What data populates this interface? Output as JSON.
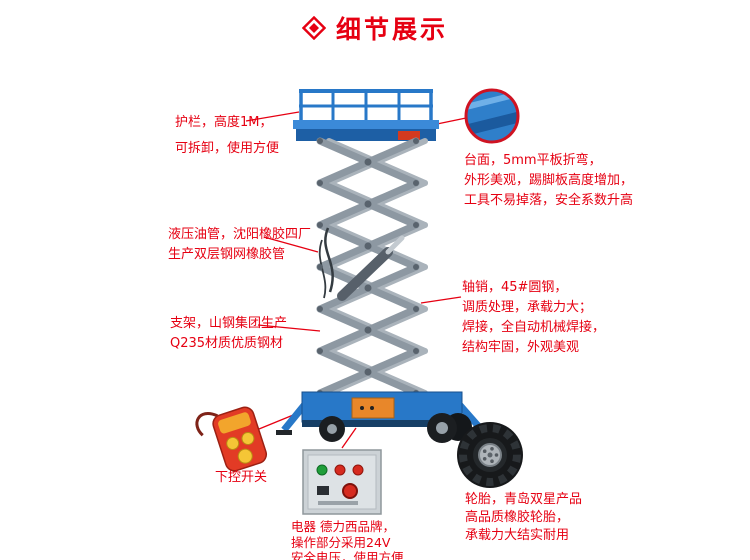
{
  "header": {
    "title": "细节展示",
    "icon": "diamond-icon"
  },
  "callouts": {
    "guardrail": {
      "lines": [
        "护栏，高度1M，",
        "可拆卸，使用方便"
      ]
    },
    "platform": {
      "lines": [
        "台面，5mm平板折弯，",
        "外形美观，踢脚板高度增加，",
        "工具不易掉落，安全系数升高"
      ]
    },
    "hose": {
      "lines": [
        "液压油管，沈阳橡胶四厂",
        "生产双层钢网橡胶管"
      ]
    },
    "frame": {
      "lines": [
        "支架，山钢集团生产",
        "Q235材质优质钢材"
      ]
    },
    "pin": {
      "lines": [
        "轴销，45#圆钢，",
        "调质处理，承载力大；",
        "焊接，全自动机械焊接，",
        "结构牢固，外观美观"
      ]
    },
    "remote": {
      "label": "下控开关"
    },
    "electric": {
      "lines": [
        "电器 德力西品牌，",
        "操作部分采用24V",
        "安全电压，使用方便"
      ]
    },
    "tire": {
      "lines": [
        "轮胎，青岛双星产品",
        "高品质橡胶轮胎，",
        "承载力大结实耐用"
      ]
    }
  },
  "colors": {
    "accent_red": "#e60012",
    "machine_blue": "#2878c8",
    "platform_blue_dark": "#1d5fa5",
    "scissor_gray": "#8d98a2",
    "tire_black": "#17191b",
    "remote_orange": "#e23b25",
    "button_yellow": "#f5c636"
  }
}
